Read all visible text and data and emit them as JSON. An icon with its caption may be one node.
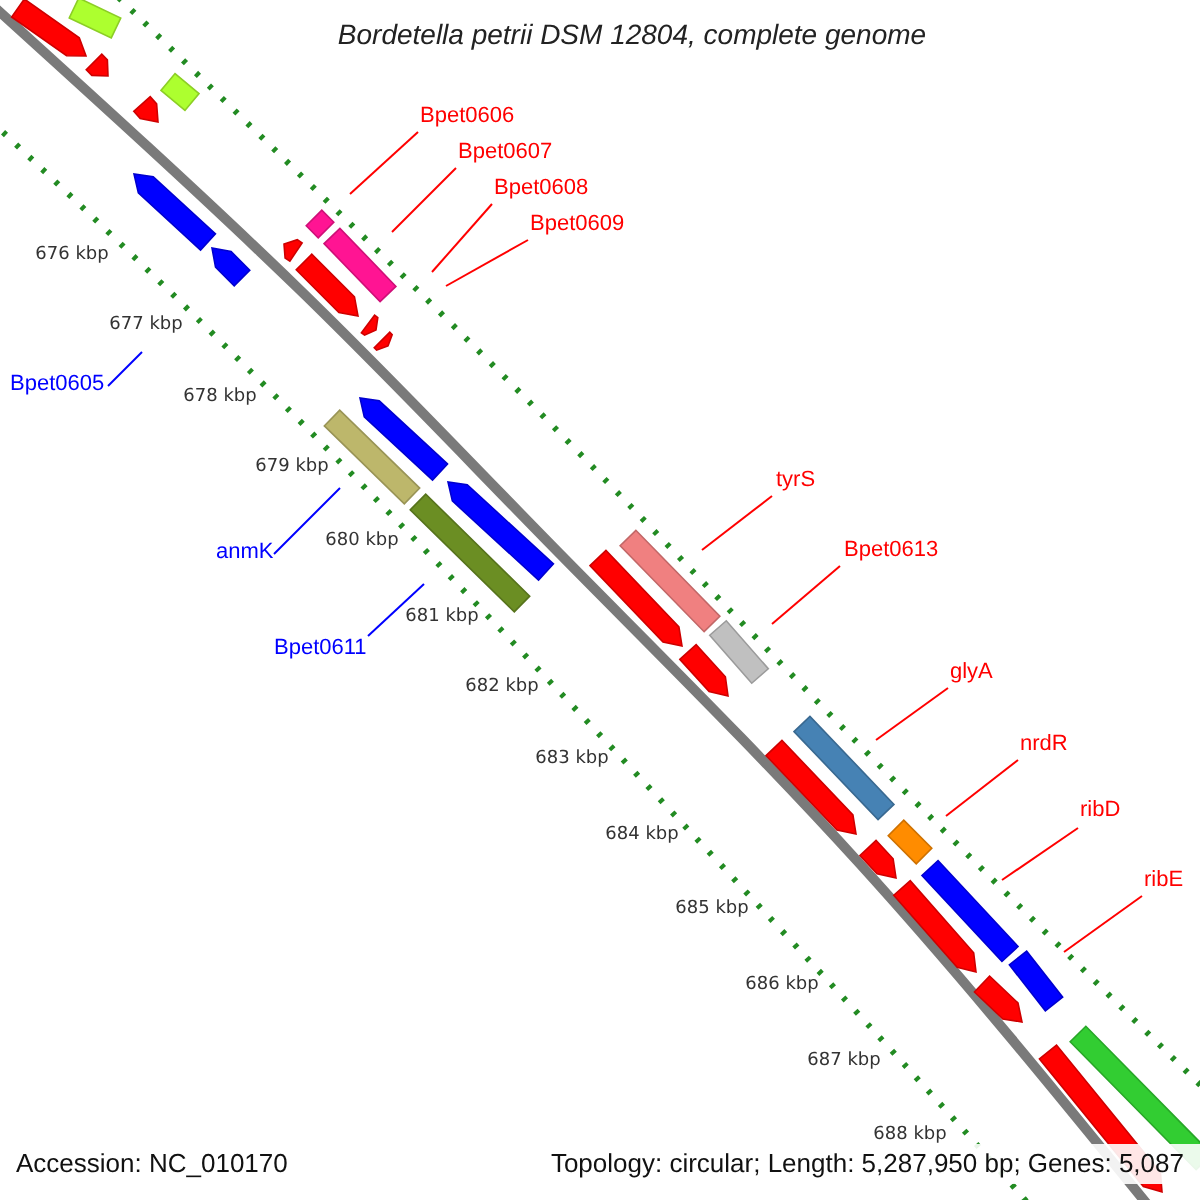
{
  "diagram": {
    "title": "Bordetella petrii DSM 12804, complete genome",
    "nodes": [
      {
        "text": [
          "Bpet0606"
        ]
      },
      {
        "text": [
          "Bpet0607"
        ]
      },
      {
        "text": [
          "Bpet0608"
        ]
      },
      {
        "text": [
          "Bpet0609"
        ]
      },
      {
        "text": [
          "Bpet0605"
        ]
      },
      {
        "text": [
          "tyrS"
        ]
      },
      {
        "text": [
          "Bpet0613"
        ]
      },
      {
        "text": [
          "anmK"
        ]
      },
      {
        "text": [
          "Bpet0611"
        ]
      },
      {
        "text": [
          "glyA"
        ]
      },
      {
        "text": [
          "nrdR"
        ]
      },
      {
        "text": [
          "ribD"
        ]
      },
      {
        "text": [
          "ribE"
        ]
      }
    ],
    "edges": [
      {
        "from": 0,
        "to": null,
        "arrow": "none"
      },
      {
        "from": 1,
        "to": null,
        "arrow": "none"
      },
      {
        "from": 2,
        "to": null,
        "arrow": "none"
      },
      {
        "from": 3,
        "to": null,
        "arrow": "none"
      },
      {
        "from": 4,
        "to": null,
        "arrow": "none",
        "color": "#0000ff"
      },
      {
        "from": 5,
        "to": null,
        "arrow": "none"
      },
      {
        "from": 6,
        "to": null,
        "arrow": "none"
      },
      {
        "from": 7,
        "to": null,
        "arrow": "none",
        "color": "#0000ff"
      },
      {
        "from": 8,
        "to": null,
        "arrow": "none",
        "color": "#0000ff"
      },
      {
        "from": 9,
        "to": null,
        "arrow": "none"
      },
      {
        "from": 10,
        "to": null,
        "arrow": "none"
      },
      {
        "from": 11,
        "to": null,
        "arrow": "none"
      },
      {
        "from": 12,
        "to": null,
        "arrow": "none"
      }
    ],
    "labels": [
      "676 kbp",
      "677 kbp",
      "678 kbp",
      "679 kbp",
      "680 kbp",
      "681 kbp",
      "682 kbp",
      "683 kbp",
      "684 kbp",
      "685 kbp",
      "686 kbp",
      "687 kbp",
      "688 kbp",
      "Accession: NC_010170",
      "Topology: circular; Length: 5,287,950 bp; Genes: 5,087"
    ]
  }
}
